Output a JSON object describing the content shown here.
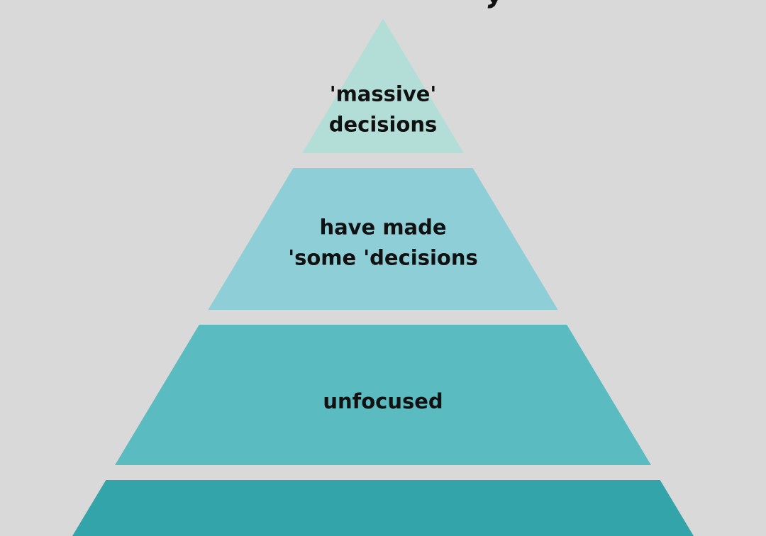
{
  "diagram": {
    "type": "pyramid",
    "tiers": [
      {
        "lines": [
          "'massive'",
          "decisions"
        ],
        "color": "#b3ded7"
      },
      {
        "lines": [
          "have made",
          "'some 'decisions"
        ],
        "color": "#8dced7"
      },
      {
        "lines": [
          "unfocused"
        ],
        "color": "#5abcc1"
      },
      {
        "lines": [],
        "color": "#32a4aa"
      }
    ],
    "background": "#d9d9d9",
    "label_color": "#111111"
  }
}
